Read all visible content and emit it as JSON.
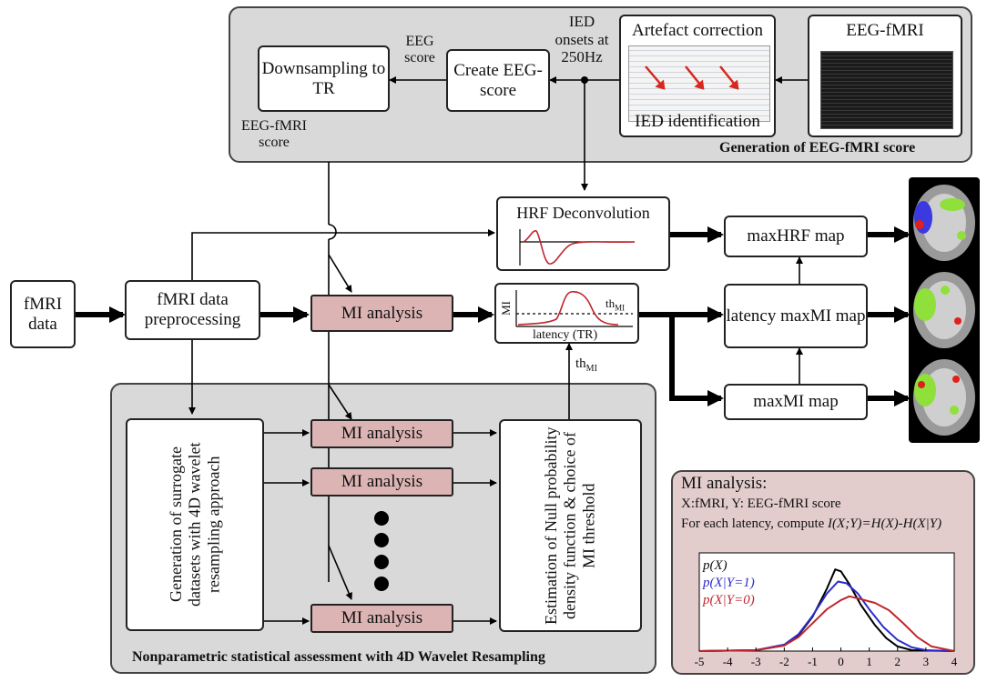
{
  "top_panel": {
    "caption": "Generation of EEG-fMRI score",
    "eeg_fmri": "EEG-fMRI",
    "artefact_title": "Artefact correction",
    "ied_identification": "IED identification",
    "ied_onsets": "IED onsets at 250Hz",
    "create_score": "Create EEG-score",
    "eeg_score_label": "EEG score",
    "downsampling": "Downsampling to TR",
    "eeg_fmri_score_label": "EEG-fMRI score"
  },
  "main": {
    "fmri_data": "fMRI data",
    "preprocessing": "fMRI data preprocessing",
    "mi_analysis": "MI analysis",
    "hrf_deconvolution": "HRF Deconvolution",
    "mi_axis": "MI",
    "th_mi": "th",
    "th_mi_sub": "MI",
    "latency_axis": "latency (TR)",
    "th_mi_arrow": "th",
    "th_mi_arrow_sub": "MI",
    "maxhrf_map": "maxHRF map",
    "latency_maxmi_map": "latency maxMI map",
    "maxmi_map": "maxMI map"
  },
  "bottom_panel": {
    "caption": "Nonparametric statistical assessment with 4D Wavelet Resampling",
    "surrogate": "Generation of surrogate datasets with 4D wavelet resampling approach",
    "mi_analysis": "MI analysis",
    "estimation": "Estimation of Null probability density function & choice of MI threshold"
  },
  "inset": {
    "title": "MI analysis:",
    "line1": "X:fMRI, Y: EEG-fMRI score",
    "line2_prefix": "For each latency, compute ",
    "formula": "I(X;Y)=H(X)-H(X|Y)",
    "legend": [
      "p(X)",
      "p(X|Y=1)",
      "p(X|Y=0)"
    ],
    "legend_colors": [
      "#000000",
      "#2b2bcc",
      "#c0262d"
    ]
  },
  "chart_data": {
    "type": "line",
    "x_ticks": [
      "-5",
      "-4",
      "-3",
      "-2",
      "-1",
      "0",
      "1",
      "2",
      "3",
      "4"
    ],
    "xlim": [
      -5,
      4
    ],
    "series": [
      {
        "name": "p(X)",
        "color": "#000000",
        "x": [
          -5,
          -3,
          -2,
          -1.5,
          -1,
          -0.5,
          -0.2,
          0,
          0.3,
          0.7,
          1.2,
          1.6,
          2,
          2.5,
          4
        ],
        "y": [
          0,
          0.01,
          0.06,
          0.17,
          0.37,
          0.67,
          0.88,
          0.86,
          0.72,
          0.5,
          0.28,
          0.14,
          0.05,
          0.01,
          0
        ]
      },
      {
        "name": "p(X|Y=1)",
        "color": "#2b2bcc",
        "x": [
          -5,
          -3,
          -2,
          -1.5,
          -1,
          -0.5,
          -0.1,
          0.2,
          0.6,
          1,
          1.5,
          2,
          2.5,
          3,
          4
        ],
        "y": [
          0,
          0.01,
          0.07,
          0.18,
          0.38,
          0.62,
          0.75,
          0.73,
          0.62,
          0.45,
          0.26,
          0.12,
          0.04,
          0.01,
          0
        ]
      },
      {
        "name": "p(X|Y=0)",
        "color": "#c0262d",
        "x": [
          -5,
          -3,
          -2,
          -1.5,
          -1,
          -0.5,
          0,
          0.3,
          0.7,
          1.2,
          1.7,
          2.2,
          2.7,
          3.2,
          4
        ],
        "y": [
          0,
          0.01,
          0.06,
          0.15,
          0.3,
          0.45,
          0.55,
          0.59,
          0.56,
          0.52,
          0.44,
          0.3,
          0.15,
          0.05,
          0
        ]
      }
    ]
  }
}
